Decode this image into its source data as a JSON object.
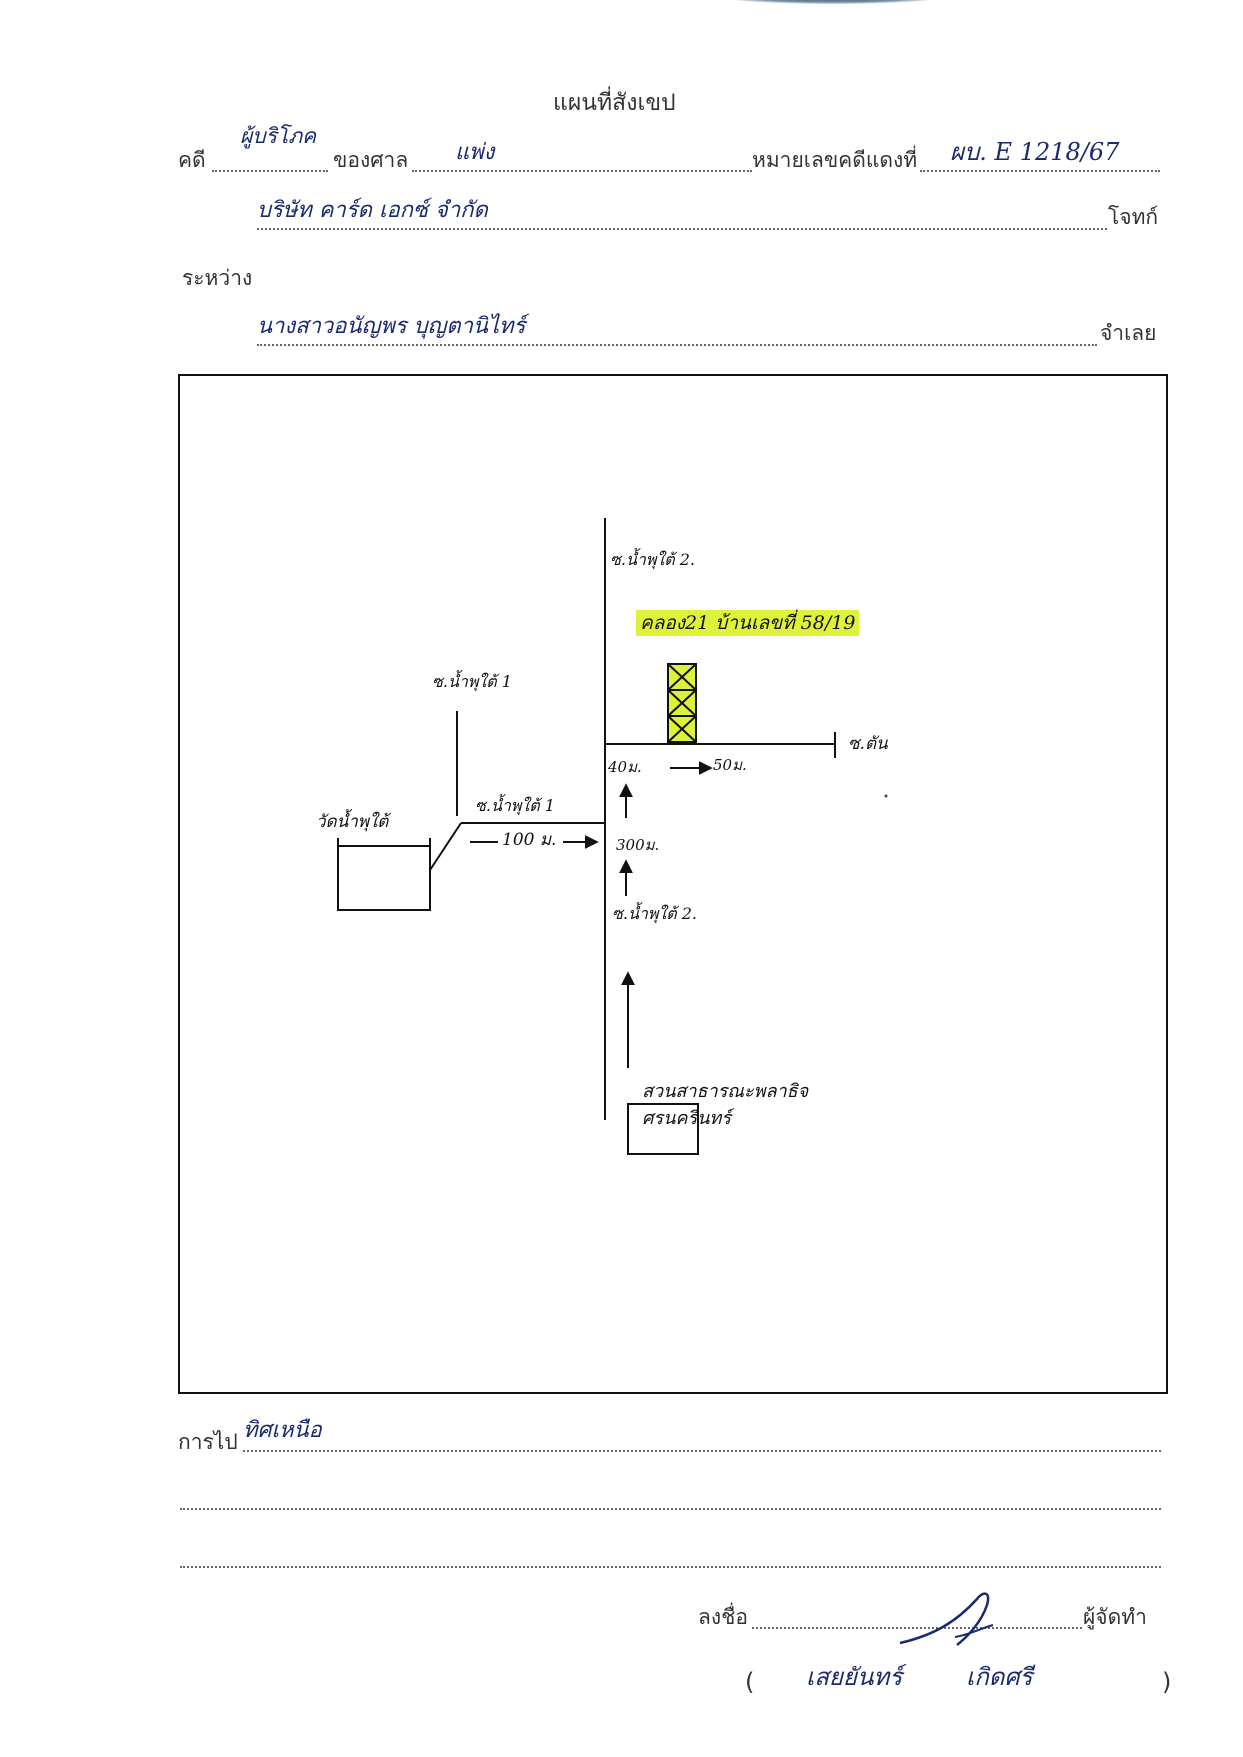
{
  "header": {
    "title": "แผนที่สังเขป"
  },
  "case_line": {
    "case_label": "คดี",
    "case_type": "ผู้บริโภค",
    "court_label": "ของศาล",
    "court_name": "แพ่ง",
    "red_no_label": "หมายเลขคดีแดงที่",
    "red_no_value": "ผบ. E 1218/67"
  },
  "plaintiff": {
    "name": "บริษัท คาร์ด เอกซ์ จำกัด",
    "label": "โจทก์"
  },
  "between_label": "ระหว่าง",
  "defendant": {
    "name": "นางสาวอนัญพร บุญตานิไทร์",
    "label": "จำเลย"
  },
  "map": {
    "house_label": "คลอง21 บ้านเลขที่ 58/19",
    "soi2_top": "ซ.น้ำพุใต้ 2.",
    "soi1_top": "ซ.น้ำพุใต้ 1",
    "soi1_road": "ซ.น้ำพุใต้ 1",
    "soi2_bottom": "ซ.น้ำพุใต้ 2.",
    "dead_end": "ซ.ตัน",
    "dist_40": "40ม.",
    "dist_50": "50ม.",
    "dist_100": "100 ม.",
    "dist_300": "300ม.",
    "temple": "วัดน้ำพุใต้",
    "park": "สวนสาธารณะพลาธิจ ศรนครินทร์"
  },
  "directions": {
    "label": "การไป",
    "value": "ทิศเหนือ"
  },
  "signature": {
    "sign_label": "ลงชื่อ",
    "role_label": "ผู้จัดทำ",
    "open_paren": "(",
    "close_paren": ")",
    "name_first": "เสยยันทร์",
    "name_last": "เกิดศรี"
  }
}
